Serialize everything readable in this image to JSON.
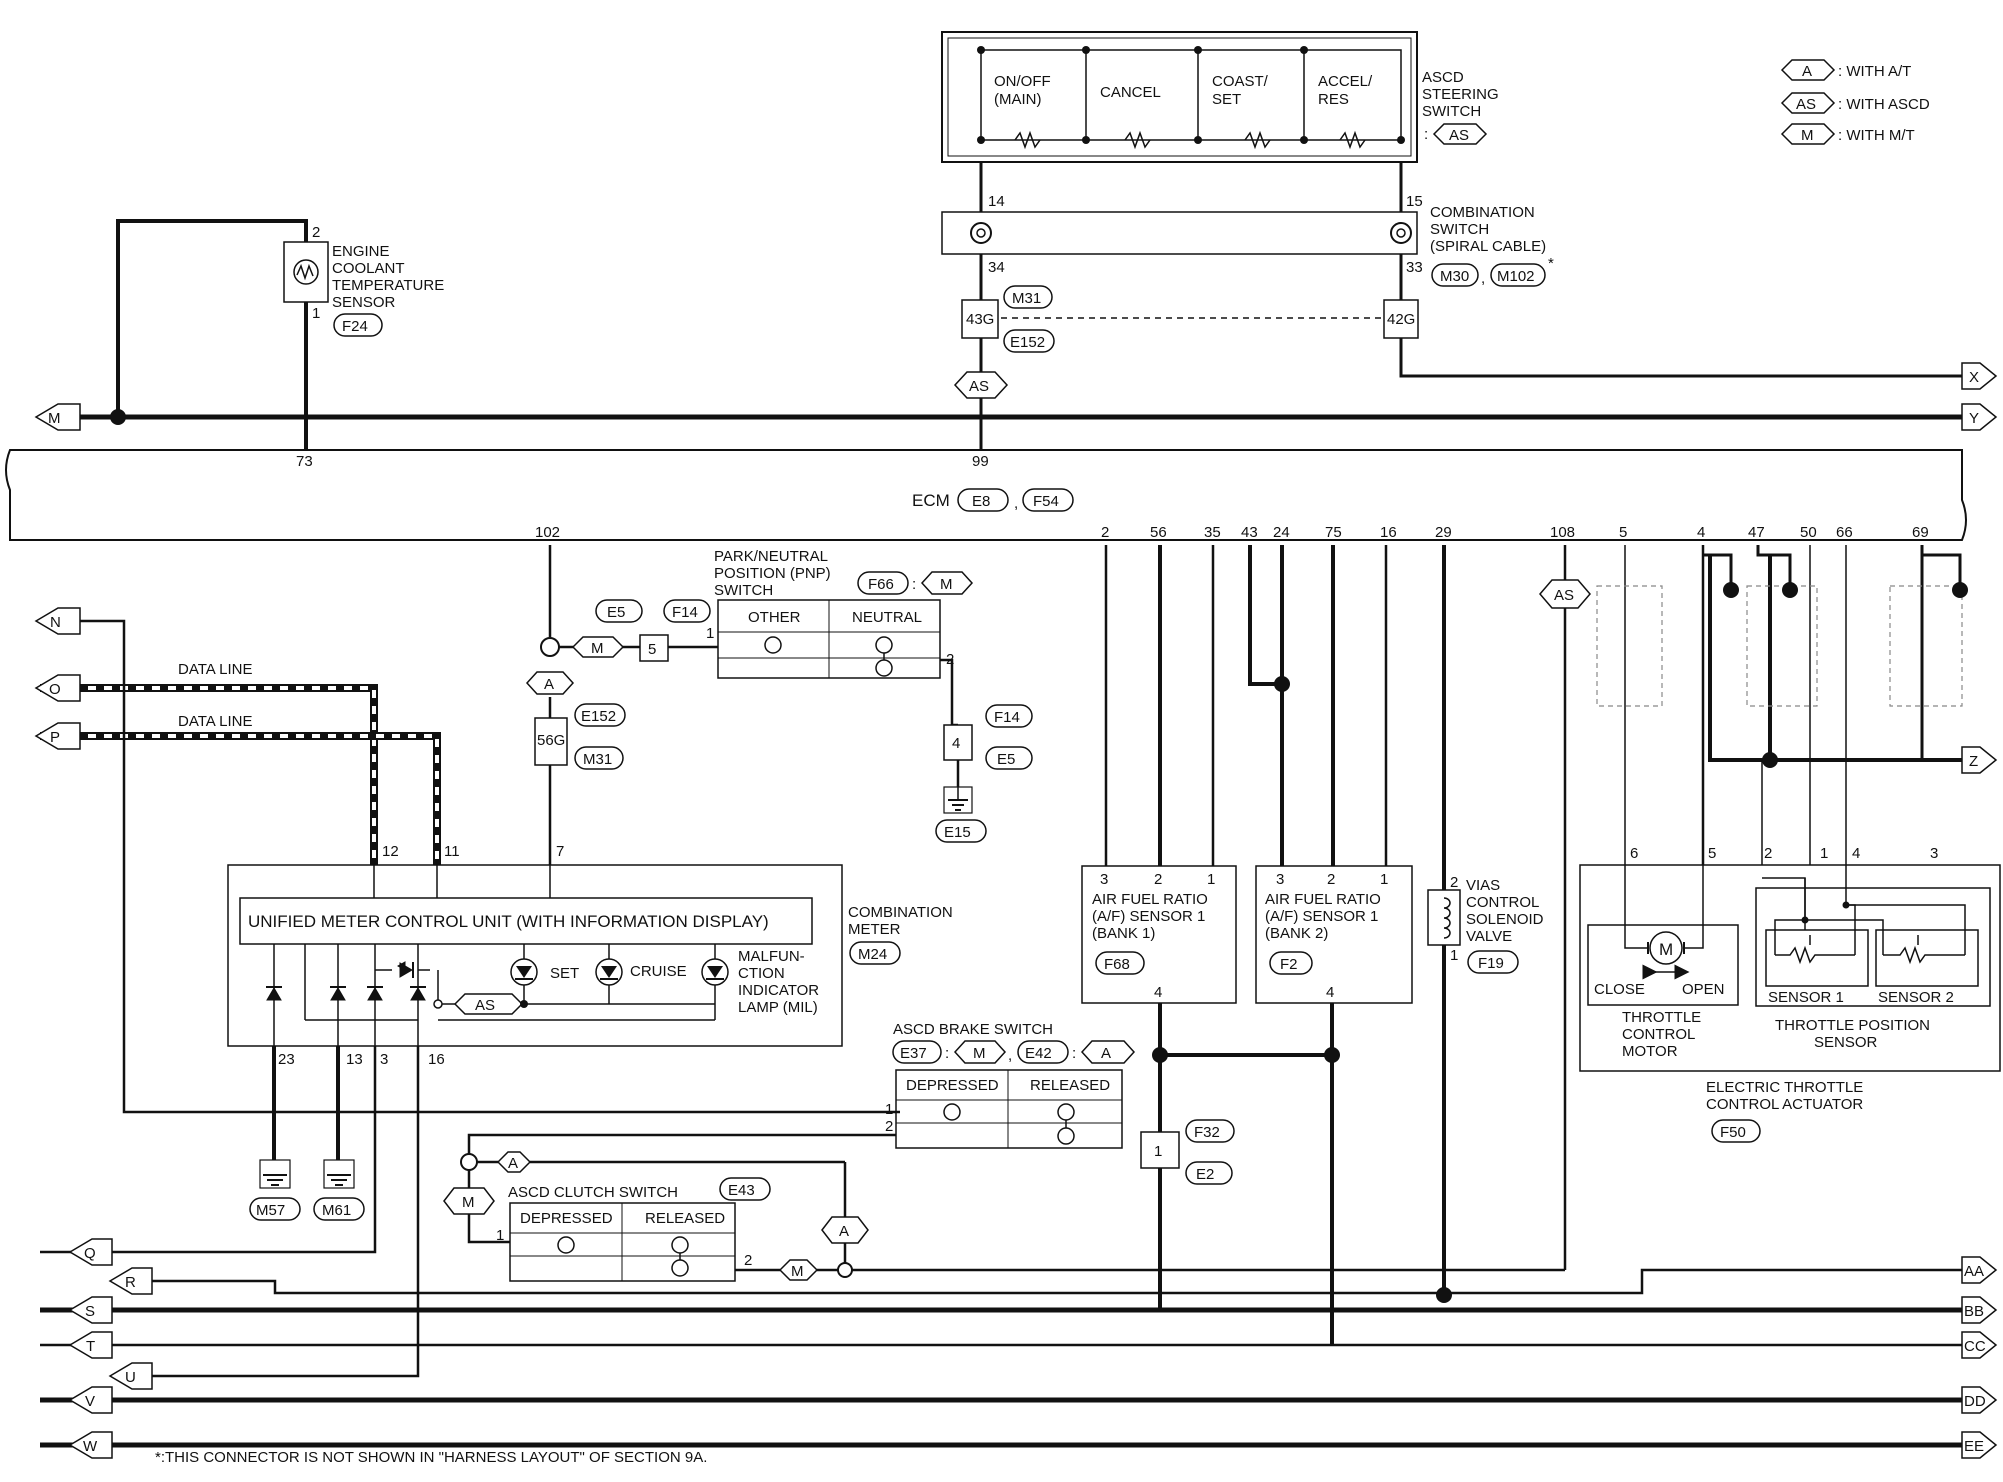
{
  "legend": [
    {
      "tag": "A",
      "text": ": WITH A/T"
    },
    {
      "tag": "AS",
      "text": ": WITH ASCD"
    },
    {
      "tag": "M",
      "text": ": WITH M/T"
    }
  ],
  "steering_switch": {
    "buttons": [
      {
        "l1": "ON/OFF",
        "l2": "(MAIN)"
      },
      {
        "l1": "CANCEL",
        "l2": ""
      },
      {
        "l1": "COAST/",
        "l2": "SET"
      },
      {
        "l1": "ACCEL/",
        "l2": "RES"
      }
    ],
    "title": [
      "ASCD",
      "STEERING",
      "SWITCH"
    ],
    "colon": ":",
    "tag": "AS"
  },
  "spiral": {
    "title": [
      "COMBINATION",
      "SWITCH",
      "(SPIRAL CABLE)"
    ],
    "pins": {
      "top_left": "14",
      "top_right": "15",
      "bot_left": "34",
      "bot_right": "33"
    },
    "connectors": [
      "M30",
      "M102"
    ],
    "sep": ",",
    "asterisk": "*",
    "block_left": "43G",
    "block_right": "42G",
    "conn_top": "M31",
    "conn_bot": "E152"
  },
  "coolant": {
    "title": [
      "ENGINE",
      "COOLANT",
      "TEMPERATURE",
      "SENSOR"
    ],
    "pin_top": "2",
    "pin_bot": "1",
    "conn": "F24"
  },
  "ecm": {
    "label": "ECM",
    "conn1": "E8",
    "sep": ",",
    "conn2": "F54",
    "pins_top": [
      "73",
      "99"
    ],
    "pins_bottom": [
      "102",
      "2",
      "56",
      "35",
      "43",
      "24",
      "75",
      "16",
      "29",
      "108",
      "5",
      "4",
      "47",
      "50",
      "66",
      "69"
    ]
  },
  "tags": {
    "A": "A",
    "AS": "AS",
    "M": "M"
  },
  "pnp": {
    "title": [
      "PARK/NEUTRAL",
      "POSITION (PNP)",
      "SWITCH"
    ],
    "conn": "F66",
    "colon": ":",
    "tag": "M",
    "col1": "OTHER",
    "col2": "NEUTRAL",
    "pin1": "1",
    "pin2": "2",
    "box5": "5",
    "box4": "4",
    "c_e5": "E5",
    "c_f14": "F14",
    "c_f14b": "F14",
    "c_e5b": "E5",
    "gnd": "E15"
  },
  "meter_link": {
    "block": "56G",
    "conn1": "E152",
    "conn2": "M31"
  },
  "data_line": "DATA LINE",
  "meter": {
    "umcu": "UNIFIED METER CONTROL UNIT (WITH INFORMATION DISPLAY)",
    "title": [
      "COMBINATION",
      "METER"
    ],
    "conn": "M24",
    "set": "SET",
    "cruise": "CRUISE",
    "mil": [
      "MALFUN-",
      "CTION",
      "INDICATOR",
      "LAMP (MIL)"
    ],
    "pins_top": [
      "12",
      "11",
      "7"
    ],
    "pins_bottom": [
      "23",
      "13",
      "3",
      "16"
    ],
    "gnd1": "M57",
    "gnd2": "M61"
  },
  "brake": {
    "title": "ASCD BRAKE SWITCH",
    "c1": "E37",
    "colon": ":",
    "t1": "M",
    "sep": ",",
    "c2": "E42",
    "t2": "A",
    "col1": "DEPRESSED",
    "col2": "RELEASED",
    "pin1": "1",
    "pin2": "2"
  },
  "clutch": {
    "title": "ASCD CLUTCH SWITCH",
    "conn": "E43",
    "col1": "DEPRESSED",
    "col2": "RELEASED",
    "pin1": "1",
    "pin2": "2"
  },
  "af1": {
    "title": [
      "AIR FUEL RATIO",
      "(A/F) SENSOR 1",
      "(BANK 1)"
    ],
    "conn": "F68",
    "pins": [
      "3",
      "2",
      "1"
    ],
    "pin_bot": "4"
  },
  "af2": {
    "title": [
      "AIR FUEL RATIO",
      "(A/F) SENSOR 1",
      "(BANK 2)"
    ],
    "conn": "F2",
    "pins": [
      "3",
      "2",
      "1"
    ],
    "pin_bot": "4"
  },
  "f32": {
    "box": "1",
    "c1": "F32",
    "c2": "E2"
  },
  "vias": {
    "title": [
      "VIAS",
      "CONTROL",
      "SOLENOID",
      "VALVE"
    ],
    "conn": "F19",
    "pin_top": "2",
    "pin_bot": "1"
  },
  "etc": {
    "pins": [
      "6",
      "5",
      "2",
      "1",
      "4",
      "3"
    ],
    "close": "CLOSE",
    "open": "OPEN",
    "motor": [
      "THROTTLE",
      "CONTROL",
      "MOTOR"
    ],
    "s1": "SENSOR 1",
    "s2": "SENSOR 2",
    "tps": [
      "THROTTLE POSITION",
      "SENSOR"
    ],
    "actuator": [
      "ELECTRIC THROTTLE",
      "CONTROL ACTUATOR"
    ],
    "conn": "F50",
    "motor_symbol": "M"
  },
  "arrows_left": [
    "M",
    "N",
    "O",
    "P",
    "Q",
    "R",
    "S",
    "T",
    "U",
    "V",
    "W"
  ],
  "arrows_right": [
    "X",
    "Y",
    "Z",
    "AA",
    "BB",
    "CC",
    "DD",
    "EE"
  ],
  "footnote": "*:THIS CONNECTOR IS NOT SHOWN IN \"HARNESS LAYOUT\" OF SECTION 9A."
}
